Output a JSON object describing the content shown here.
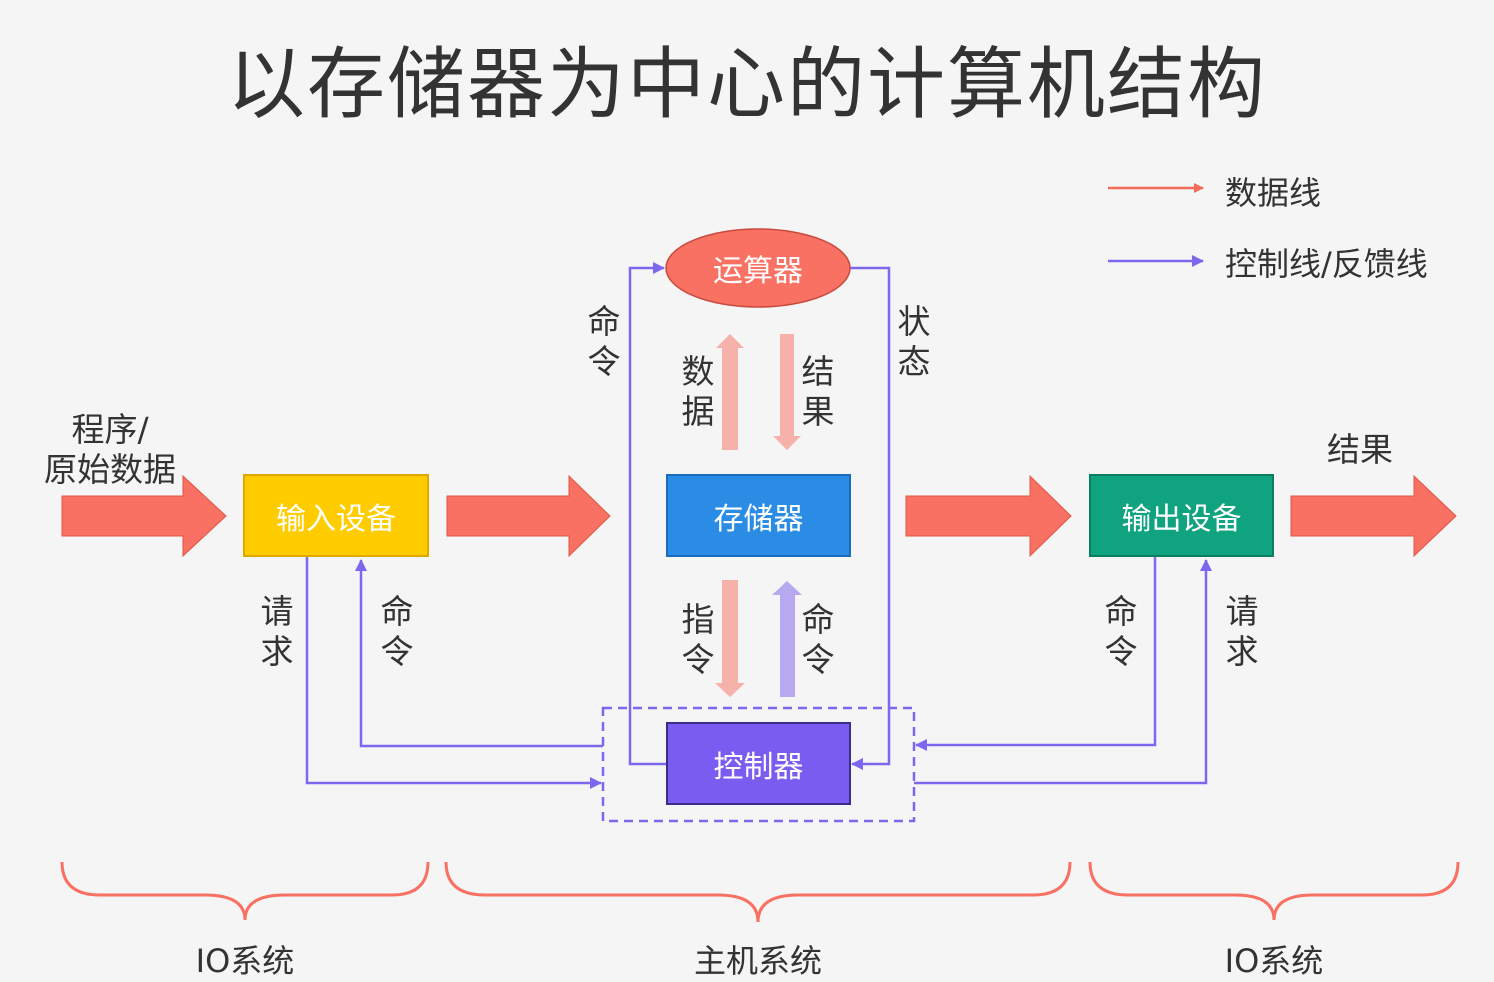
{
  "title": "以存储器为中心的计算机结构",
  "legend": {
    "data_line": "数据线",
    "control_line": "控制线/反馈线"
  },
  "colors": {
    "data": "#f26b5b",
    "control": "#7b68ee",
    "input_device": "#ffcc00",
    "memory": "#2b8ce6",
    "output_device": "#10a37f",
    "alu": "#f26b5b",
    "controller": "#7b5cf0"
  },
  "nodes": {
    "alu": "运算器",
    "input_device": "输入设备",
    "memory": "存储器",
    "output_device": "输出设备",
    "controller": "控制器"
  },
  "labels": {
    "input": "程序/\n原始数据",
    "output_result": "结果",
    "command_top": "命令",
    "status": "状态",
    "data": "数据",
    "result": "结果",
    "instruction": "指令",
    "command_mem": "命令",
    "input_request": "请求",
    "input_command": "命令",
    "output_command": "命令",
    "output_request": "请求"
  },
  "groups": {
    "left": "IO系统",
    "center": "主机系统",
    "right": "IO系统"
  }
}
